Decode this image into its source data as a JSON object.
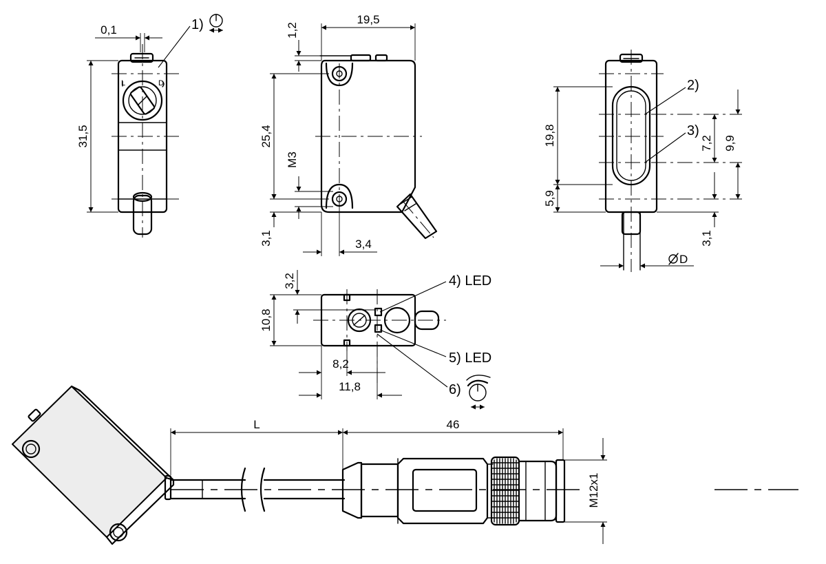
{
  "dimensions": {
    "d_0_1": "0,1",
    "d_31_5": "31,5",
    "d_1_2": "1,2",
    "d_19_5": "19,5",
    "d_25_4": "25,4",
    "d_m3": "M3",
    "d_3_1_side": "3,1",
    "d_3_4": "3,4",
    "d_19_8": "19,8",
    "d_5_9": "5,9",
    "d_7_2": "7,2",
    "d_9_9": "9,9",
    "d_3_1_front": "3,1",
    "d_dia_d": "D",
    "d_3_2": "3,2",
    "d_10_8": "10,8",
    "d_8_2": "8,2",
    "d_11_8": "11,8",
    "d_l": "L",
    "d_46": "46",
    "d_m12": "M12x1"
  },
  "callouts": {
    "c1": "1)",
    "c2": "2)",
    "c3": "3)",
    "c4": "4) LED",
    "c5": "5) LED",
    "c6": "6)"
  },
  "symbols": {
    "diameter": "ø"
  }
}
